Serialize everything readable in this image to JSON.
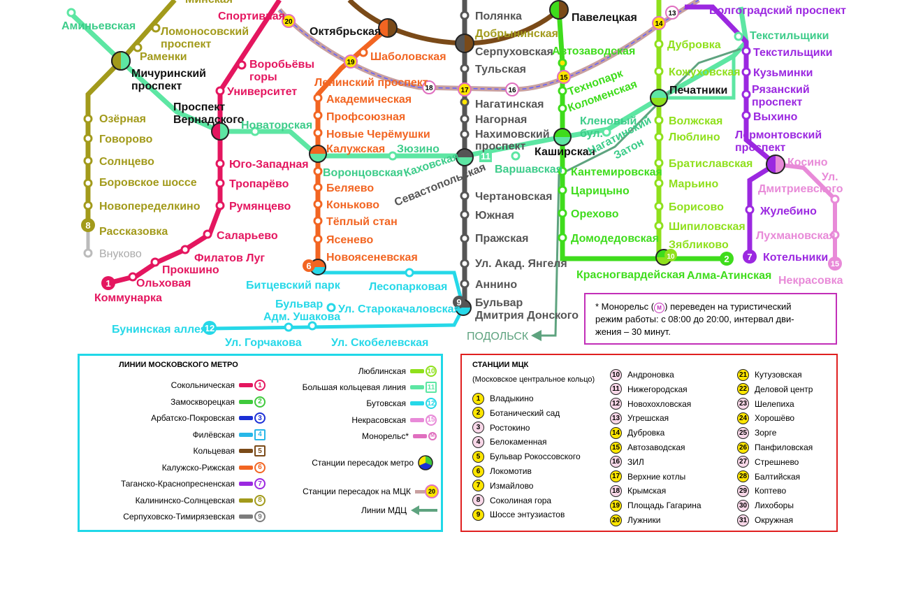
{
  "colors": {
    "l1": "#e4165f",
    "l2": "#3fc93c",
    "l3": "#1b2fd6",
    "l4": "#27b7e8",
    "l5": "#7a4a18",
    "l6": "#f26522",
    "l7": "#9b28e0",
    "l8": "#a29a1b",
    "l9": "#7c7c7c",
    "l10": "#8fe01c",
    "l11": "#5de6a3",
    "l12": "#26d8e8",
    "l15": "#e88ad8",
    "mck": "#e06fbf",
    "mcd": "#5ea37f",
    "mck_legend_border": "#e02020",
    "metro_legend_border": "#20d8e8",
    "mono_border": "#c22fb8"
  },
  "map": {
    "stations": {
      "aminyevskaya": "Аминьевская",
      "sportivnaya": "Спортивная",
      "oktyabrskaya": "Октябрьская",
      "lomonosovsky": [
        "Ломоносовский",
        "проспект"
      ],
      "ramenki": "Раменки",
      "michurinsky": [
        "Мичуринский",
        "проспект"
      ],
      "vorobyovy": [
        "Воробьёвы",
        "горы"
      ],
      "universitet": "Университет",
      "shabolovskaya": "Шаболовская",
      "leninsky": "Ленинский проспект",
      "akademicheskaya": "Академическая",
      "profsoyuznaya": "Профсоюзная",
      "novye_cher": "Новые Черёмушки",
      "kaluzhskaya": "Калужская",
      "vernadskogo": [
        "Проспект",
        "Вернадского"
      ],
      "novatorskaya": "Новаторская",
      "ozernaya": "Озёрная",
      "govorovo": "Говорово",
      "solntsevo": "Солнцево",
      "borovskoe": "Боровское шоссе",
      "novoperedelkino": "Новопеределкино",
      "rasskazovka": "Рассказовка",
      "vnukovo": "Внуково",
      "yugo_zapadnaya": "Юго-Западная",
      "troparevo": "Тропарёво",
      "rumyantsevo": "Румянцево",
      "salaryevo": "Саларьево",
      "filatov": "Филатов Луг",
      "prokshino": "Прокшино",
      "olkhovaya": "Ольховая",
      "kommunarka": "Коммунарка",
      "vorontsovskaya": "Воронцовская",
      "zyuzino": "Зюзино",
      "kakhovskaya": "Каховская",
      "sevastopolskaya": "Севастопольская",
      "belyaevo": "Беляево",
      "konkovo": "Коньково",
      "teply_stan": "Тёплый стан",
      "yasenevo": "Ясенево",
      "novoyasenevskaya": "Новоясеневская",
      "bittsevsky": "Битцевский парк",
      "lesoparkovaya": "Лесопарковая",
      "ushakova": [
        "Бульвар",
        "Адм. Ушакова"
      ],
      "starokachalovskaya": "Ул. Старокачаловская",
      "buninskaya": "Бунинская аллея",
      "gorchakova": "Ул. Горчакова",
      "skobelevskaya": "Ул. Скобелевская",
      "polyanka": "Полянка",
      "dobryninskaya": "Добрынинская",
      "serpukhovskaya": "Серпуховская",
      "tulskaya": "Тульская",
      "nagatinskaya": "Нагатинская",
      "nagornaya": "Нагорная",
      "nakhimovsky": [
        "Нахимовский",
        "проспект"
      ],
      "chertanovskaya": "Чертановская",
      "yuzhnaya": "Южная",
      "prazhskaya": "Пражская",
      "yangelya": "Ул. Акад. Янгеля",
      "annino": "Аннино",
      "donskogo": [
        "Бульвар",
        "Дмитрия Донского"
      ],
      "podolsk": "ПОДОЛЬСК",
      "paveletskaya": "Павелецкая",
      "avtozavodskaya": "Автозаводская",
      "tekhnopark": [
        "Технопарк"
      ],
      "kolomenskaya": "Коломенская",
      "kashirskaya": "Каширская",
      "varshavskaya": "Варшавская",
      "klenovy": [
        "Кленовый",
        "бул."
      ],
      "nagatinsky_zaton": [
        "Нагатинский",
        "Затон"
      ],
      "kantemirovskaya": "Кантемировская",
      "tsaritsyno": "Царицыно",
      "orekhovo": "Орехово",
      "domodedovskaya": "Домодедовская",
      "krasnogvardeyskaya": "Красногвардейская",
      "alma_atinskaya": "Алма-Атинская",
      "dubrovka": "Дубровка",
      "kozhukhovskaya": "Кожуховская",
      "pechatniki": "Печатники",
      "volzhskaya": "Волжская",
      "lyublino": "Люблино",
      "bratislavskaya": "Братиславская",
      "maryino": "Марьино",
      "borisovo": "Борисово",
      "shipilovskaya": "Шипиловская",
      "zyablikovo": "Зябликово",
      "volgogradsky": "Волгоградский проспект",
      "tekstilshchiki": "Текстильщики",
      "kuzminki": "Кузьминки",
      "ryazansky": [
        "Рязанский",
        "проспект"
      ],
      "vykhino": "Выхино",
      "lermontovsky": [
        "Лермонтовский",
        "проспект"
      ],
      "kosino": "Косино",
      "dmitrievskogo": [
        "Ул.",
        "Дмитриевского"
      ],
      "zhulebino": "Жулебино",
      "lukhmanovskaya": "Лухмановская",
      "kotelniki": "Котельники",
      "nekrasovka": "Некрасовка",
      "minskaya": "Минская"
    },
    "badges": {
      "b20": "20",
      "b19": "19",
      "b18": "18",
      "b17": "17",
      "b16": "16",
      "b15": "15",
      "b14": "14",
      "b13": "13",
      "l1": "1",
      "l2": "2",
      "l6": "6",
      "l7": "7",
      "l8": "8",
      "l9": "9",
      "l10": "10",
      "l11": "11",
      "l12": "12",
      "l15": "15"
    },
    "monorail_note": [
      "* Монорельс (",
      "M",
      ") переведен на туристический",
      "режим работы:  с 08:00 до 20:00, интервал дви-",
      "жения – 30 минут."
    ]
  },
  "metro_legend": {
    "title": "ЛИНИИ МОСКОВСКОГО МЕТРО",
    "left": [
      {
        "name": "Сокольническая",
        "num": "1",
        "color": "#e4165f"
      },
      {
        "name": "Замоскворецкая",
        "num": "2",
        "color": "#3fc93c"
      },
      {
        "name": "Арбатско-Покровская",
        "num": "3",
        "color": "#1b2fd6"
      },
      {
        "name": "Филёвская",
        "num": "4",
        "color": "#27b7e8"
      },
      {
        "name": "Кольцевая",
        "num": "5",
        "color": "#7a4a18"
      },
      {
        "name": "Калужско-Рижская",
        "num": "6",
        "color": "#f26522"
      },
      {
        "name": "Таганско-Краснопресненская",
        "num": "7",
        "color": "#9b28e0"
      },
      {
        "name": "Калининско-Солнцевская",
        "num": "8",
        "color": "#a29a1b"
      },
      {
        "name": "Серпуховско-Тимирязевская",
        "num": "9",
        "color": "#7c7c7c"
      }
    ],
    "right": [
      {
        "name": "Люблинская",
        "num": "10",
        "color": "#8fe01c"
      },
      {
        "name": "Большая кольцевая линия",
        "num": "11",
        "color": "#5de6a3"
      },
      {
        "name": "Бутовская",
        "num": "12",
        "color": "#26d8e8"
      },
      {
        "name": "Некрасовская",
        "num": "15",
        "color": "#e88ad8"
      },
      {
        "name": "Монорельс*",
        "num": "M",
        "color": "#e06fbf"
      }
    ],
    "transfer_metro": "Станции пересадок метро",
    "transfer_mck": "Станции пересадок на МЦК",
    "transfer_mck_badge": "20",
    "mcd_lines": "Линии МДЦ"
  },
  "mck_legend": {
    "title": "СТАНЦИИ МЦК",
    "subtitle": "(Московское центральное кольцо)",
    "stations": [
      {
        "num": "1",
        "name": "Владыкино",
        "fill": "#ffe600"
      },
      {
        "num": "2",
        "name": "Ботанический сад",
        "fill": "#ffe600"
      },
      {
        "num": "3",
        "name": "Ростокино",
        "fill": "#f8d7e8"
      },
      {
        "num": "4",
        "name": "Белокаменная",
        "fill": "#f8d7e8"
      },
      {
        "num": "5",
        "name": "Бульвар Рокоссовского",
        "fill": "#ffe600"
      },
      {
        "num": "6",
        "name": "Локомотив",
        "fill": "#ffe600"
      },
      {
        "num": "7",
        "name": "Измайлово",
        "fill": "#ffe600"
      },
      {
        "num": "8",
        "name": "Соколиная гора",
        "fill": "#f8d7e8"
      },
      {
        "num": "9",
        "name": "Шоссе энтузиастов",
        "fill": "#ffe600"
      },
      {
        "num": "10",
        "name": "Андроновка",
        "fill": "#f8d7e8"
      },
      {
        "num": "11",
        "name": "Нижегородская",
        "fill": "#f8d7e8"
      },
      {
        "num": "12",
        "name": "Новохохловская",
        "fill": "#f8d7e8"
      },
      {
        "num": "13",
        "name": "Угрешская",
        "fill": "#f8d7e8"
      },
      {
        "num": "14",
        "name": "Дубровка",
        "fill": "#ffe600"
      },
      {
        "num": "15",
        "name": "Автозаводская",
        "fill": "#ffe600"
      },
      {
        "num": "16",
        "name": "ЗИЛ",
        "fill": "#f8d7e8"
      },
      {
        "num": "17",
        "name": "Верхние котлы",
        "fill": "#ffe600"
      },
      {
        "num": "18",
        "name": "Крымская",
        "fill": "#f8d7e8"
      },
      {
        "num": "19",
        "name": "Площадь Гагарина",
        "fill": "#ffe600"
      },
      {
        "num": "20",
        "name": "Лужники",
        "fill": "#ffe600"
      },
      {
        "num": "21",
        "name": "Кутузовская",
        "fill": "#ffe600"
      },
      {
        "num": "22",
        "name": "Деловой центр",
        "fill": "#ffe600"
      },
      {
        "num": "23",
        "name": "Шелепиха",
        "fill": "#f8d7e8"
      },
      {
        "num": "24",
        "name": "Хорошёво",
        "fill": "#ffe600"
      },
      {
        "num": "25",
        "name": "Зорге",
        "fill": "#f8d7e8"
      },
      {
        "num": "26",
        "name": "Панфиловская",
        "fill": "#ffe600"
      },
      {
        "num": "27",
        "name": "Стрешнево",
        "fill": "#f8d7e8"
      },
      {
        "num": "28",
        "name": "Балтийская",
        "fill": "#ffe600"
      },
      {
        "num": "29",
        "name": "Коптево",
        "fill": "#f8d7e8"
      },
      {
        "num": "30",
        "name": "Лихоборы",
        "fill": "#f8d7e8"
      },
      {
        "num": "31",
        "name": "Окружная",
        "fill": "#f8d7e8"
      }
    ]
  }
}
